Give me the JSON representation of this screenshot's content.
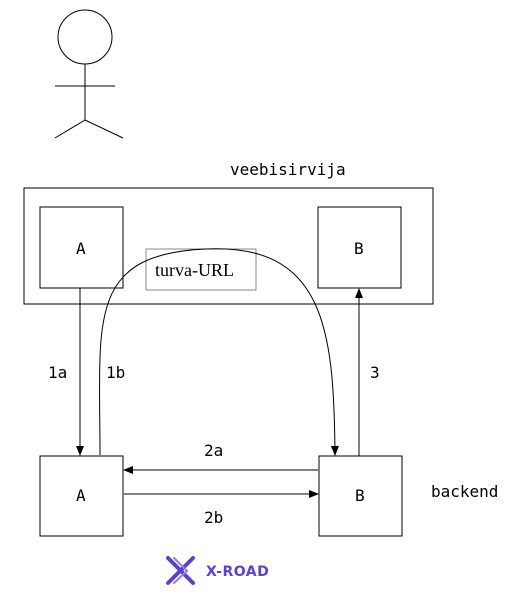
{
  "colors": {
    "stroke": "#000000",
    "background": "#ffffff",
    "logo_accent": "#5b3fd8",
    "url_box_border": "#888888"
  },
  "icons": {
    "actor": "stick-figure-icon",
    "logo": "x-road-logo-icon"
  },
  "diagram": {
    "top_group_label": "veebisirvija",
    "bottom_group_label": "backend",
    "top_left_box": "A",
    "top_right_box": "B",
    "bottom_left_box": "A",
    "bottom_right_box": "B",
    "url_note": "turva-URL",
    "edges": {
      "e1a": "1a",
      "e1b": "1b",
      "e2a": "2a",
      "e2b": "2b",
      "e3": "3"
    }
  },
  "logo": {
    "text": "X-ROAD"
  }
}
